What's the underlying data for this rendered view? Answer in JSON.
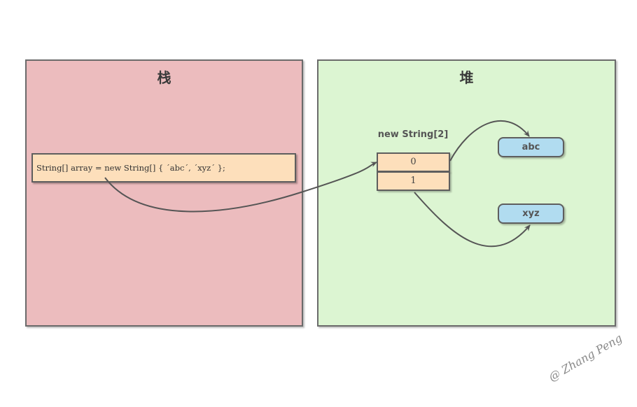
{
  "stack": {
    "title": "栈",
    "code": "String[] array = new String[] { ´abc´, ´xyz´ };"
  },
  "heap": {
    "title": "堆",
    "array_label": "new String[2]",
    "cells": [
      "0",
      "1"
    ],
    "strings": [
      "abc",
      "xyz"
    ]
  },
  "signature": "@ Zhang Peng",
  "colors": {
    "stack_bg": "#ecbcbe",
    "heap_bg": "#dcf5d2",
    "cell_bg": "#fddfbb",
    "string_bg": "#b1dcf0",
    "arrow": "#555555"
  }
}
